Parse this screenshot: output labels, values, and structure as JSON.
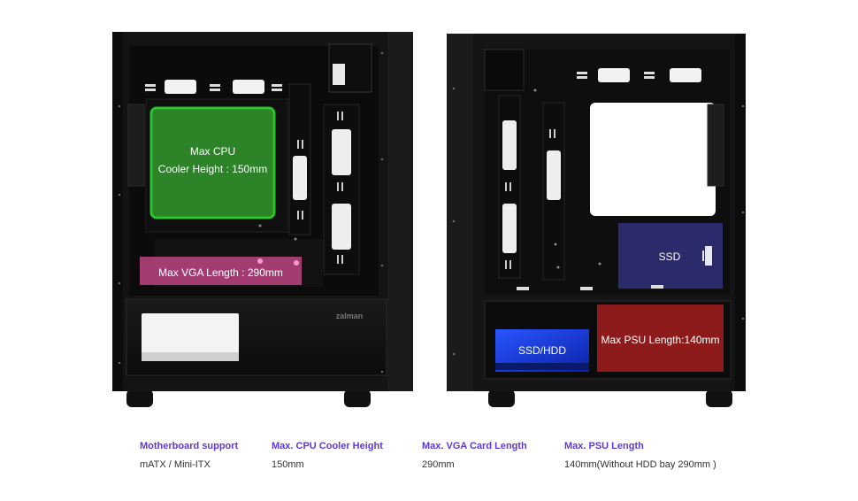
{
  "left_case": {
    "cpu_zone": {
      "line1": "Max CPU",
      "line2": "Cooler Height : 150mm",
      "color": "#2ecc2e"
    },
    "vga_zone": {
      "label": "Max VGA Length : 290mm",
      "color": "#b0407a"
    },
    "brand": "zalman"
  },
  "right_case": {
    "ssd_zone": {
      "label": "SSD",
      "color": "#2b2a6b"
    },
    "psu_zone": {
      "label": "Max PSU Length:140mm",
      "color": "#8e1b1b"
    },
    "hdd_zone": {
      "label": "SSD/HDD",
      "color": "#1f3fd6"
    }
  },
  "specs": [
    {
      "label": "Motherboard support",
      "value": "mATX / Mini-ITX"
    },
    {
      "label": "Max. CPU Cooler Height",
      "value": "150mm"
    },
    {
      "label": "Max. VGA Card Length",
      "value": "290mm"
    },
    {
      "label": "Max. PSU Length",
      "value": "140mm(Without HDD bay 290mm )"
    }
  ],
  "accent_color": "#5b3ad6"
}
